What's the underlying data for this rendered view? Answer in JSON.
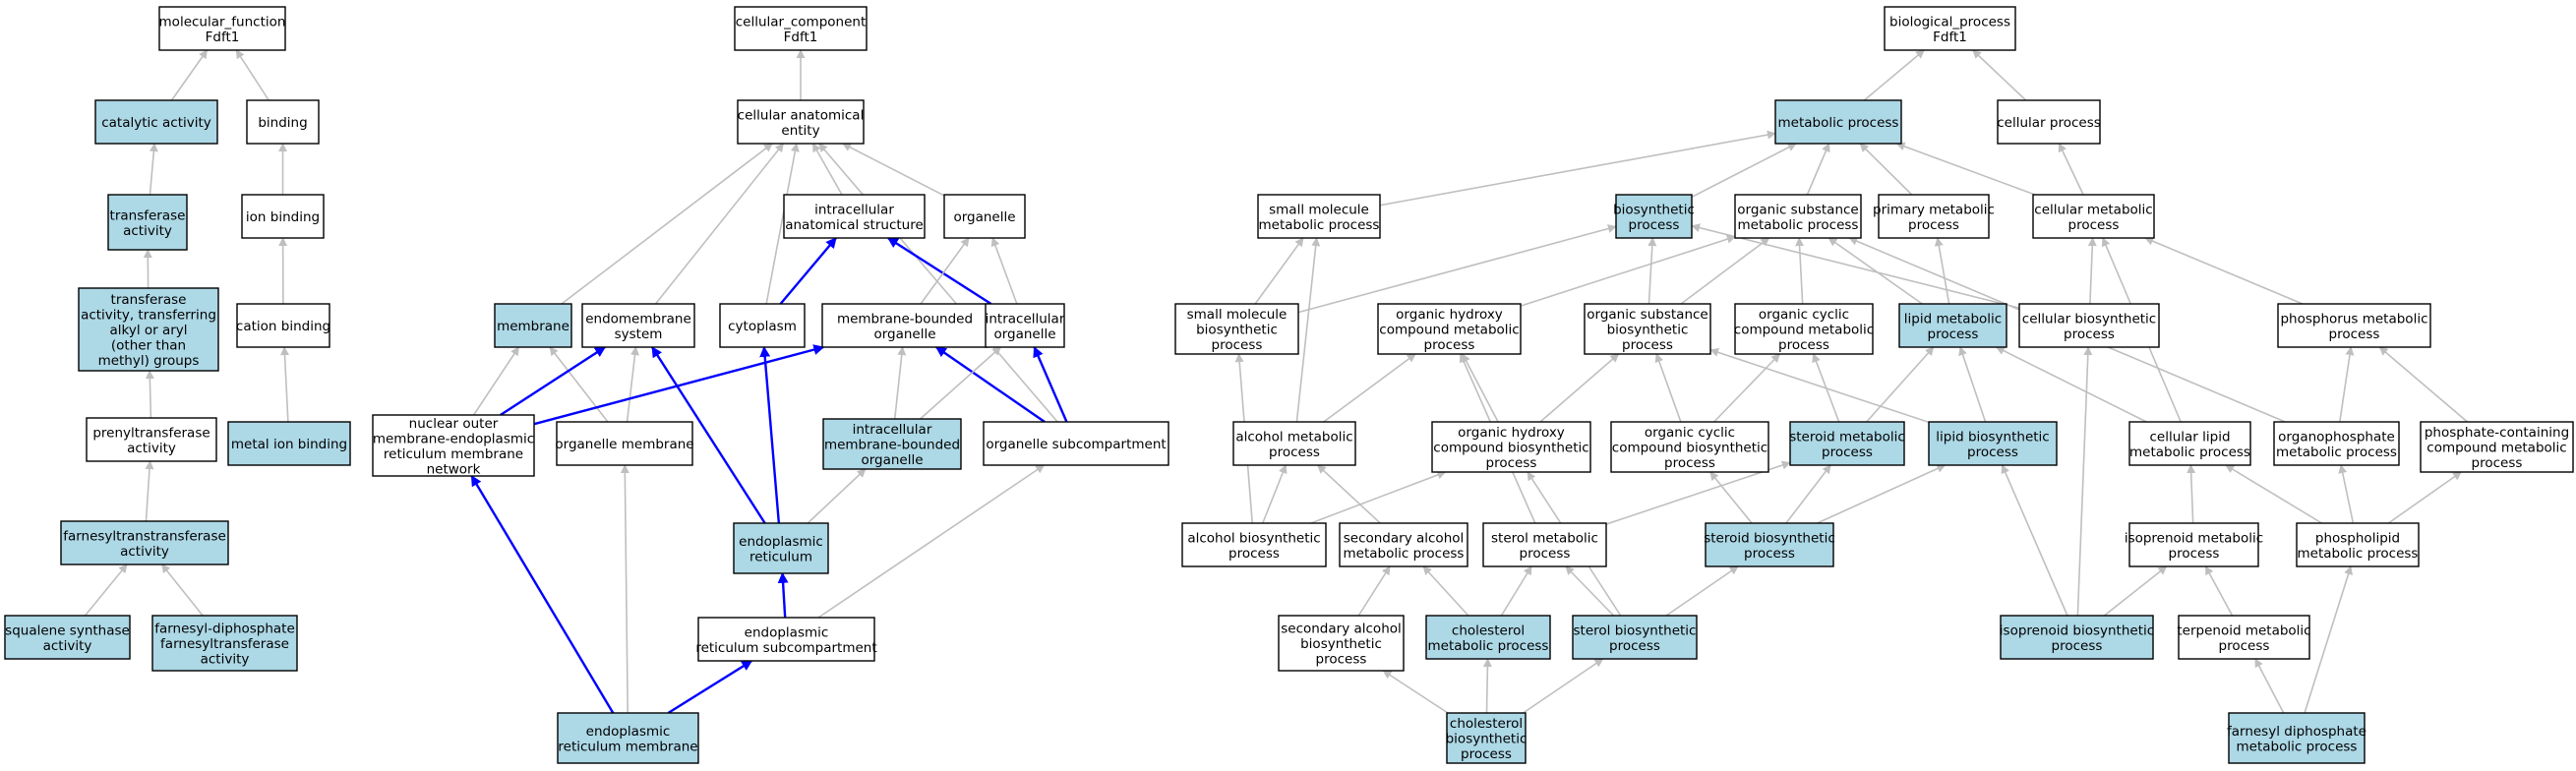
{
  "colors": {
    "highlight": "#add8e6",
    "plain": "#ffffff",
    "edge_gray": "#bfbfbf",
    "edge_blue": "#0000ff"
  },
  "nodes": [
    {
      "id": "mf",
      "label": [
        "molecular_function",
        "Fdft1"
      ],
      "hl": false
    },
    {
      "id": "cat",
      "label": [
        "catalytic activity"
      ],
      "hl": true
    },
    {
      "id": "bind",
      "label": [
        "binding"
      ],
      "hl": false
    },
    {
      "id": "trans",
      "label": [
        "transferase",
        "activity"
      ],
      "hl": true
    },
    {
      "id": "ionb",
      "label": [
        "ion binding"
      ],
      "hl": false
    },
    {
      "id": "tralk",
      "label": [
        "transferase",
        "activity, transferring",
        "alkyl or aryl",
        "(other than",
        "methyl) groups"
      ],
      "hl": true
    },
    {
      "id": "catb",
      "label": [
        "cation binding"
      ],
      "hl": false
    },
    {
      "id": "metion",
      "label": [
        "metal ion binding"
      ],
      "hl": true
    },
    {
      "id": "prenyl",
      "label": [
        "prenyltransferase",
        "activity"
      ],
      "hl": false
    },
    {
      "id": "farn",
      "label": [
        "farnesyltranstransferase",
        "activity"
      ],
      "hl": true
    },
    {
      "id": "sqs",
      "label": [
        "squalene synthase",
        "activity"
      ],
      "hl": true
    },
    {
      "id": "fdpft",
      "label": [
        "farnesyl-diphosphate",
        "farnesyltransferase",
        "activity"
      ],
      "hl": true
    },
    {
      "id": "cc",
      "label": [
        "cellular_component",
        "Fdft1"
      ],
      "hl": false
    },
    {
      "id": "cae",
      "label": [
        "cellular anatomical",
        "entity"
      ],
      "hl": false
    },
    {
      "id": "ias",
      "label": [
        "intracellular",
        "anatomical structure"
      ],
      "hl": false
    },
    {
      "id": "org",
      "label": [
        "organelle"
      ],
      "hl": false
    },
    {
      "id": "mem",
      "label": [
        "membrane"
      ],
      "hl": true
    },
    {
      "id": "endo",
      "label": [
        "endomembrane",
        "system"
      ],
      "hl": false
    },
    {
      "id": "cyto",
      "label": [
        "cytoplasm"
      ],
      "hl": false
    },
    {
      "id": "mbo",
      "label": [
        "membrane-bounded",
        "organelle"
      ],
      "hl": false
    },
    {
      "id": "io",
      "label": [
        "intracellular",
        "organelle"
      ],
      "hl": false
    },
    {
      "id": "nom",
      "label": [
        "nuclear outer",
        "membrane-endoplasmic",
        "reticulum membrane",
        "network"
      ],
      "hl": false
    },
    {
      "id": "om",
      "label": [
        "organelle membrane"
      ],
      "hl": false
    },
    {
      "id": "imbo",
      "label": [
        "intracellular",
        "membrane-bounded",
        "organelle"
      ],
      "hl": true
    },
    {
      "id": "osub",
      "label": [
        "organelle subcompartment"
      ],
      "hl": false
    },
    {
      "id": "er",
      "label": [
        "endoplasmic",
        "reticulum"
      ],
      "hl": true
    },
    {
      "id": "ersub",
      "label": [
        "endoplasmic",
        "reticulum subcompartment"
      ],
      "hl": false
    },
    {
      "id": "erm",
      "label": [
        "endoplasmic",
        "reticulum membrane"
      ],
      "hl": true
    },
    {
      "id": "bp",
      "label": [
        "biological_process",
        "Fdft1"
      ],
      "hl": false
    },
    {
      "id": "metab",
      "label": [
        "metabolic process"
      ],
      "hl": true
    },
    {
      "id": "cellp",
      "label": [
        "cellular process"
      ],
      "hl": false
    },
    {
      "id": "smp",
      "label": [
        "small molecule",
        "metabolic process"
      ],
      "hl": false
    },
    {
      "id": "bios",
      "label": [
        "biosynthetic",
        "process"
      ],
      "hl": true
    },
    {
      "id": "osmp",
      "label": [
        "organic substance",
        "metabolic process"
      ],
      "hl": false
    },
    {
      "id": "pmp",
      "label": [
        "primary metabolic",
        "process"
      ],
      "hl": false
    },
    {
      "id": "cmp",
      "label": [
        "cellular metabolic",
        "process"
      ],
      "hl": false
    },
    {
      "id": "smbp",
      "label": [
        "small molecule",
        "biosynthetic",
        "process"
      ],
      "hl": false
    },
    {
      "id": "ohcmp",
      "label": [
        "organic hydroxy",
        "compound metabolic",
        "process"
      ],
      "hl": false
    },
    {
      "id": "osbp",
      "label": [
        "organic substance",
        "biosynthetic",
        "process"
      ],
      "hl": false
    },
    {
      "id": "occmp",
      "label": [
        "organic cyclic",
        "compound metabolic",
        "process"
      ],
      "hl": false
    },
    {
      "id": "lmp",
      "label": [
        "lipid metabolic",
        "process"
      ],
      "hl": true
    },
    {
      "id": "cbp",
      "label": [
        "cellular biosynthetic",
        "process"
      ],
      "hl": false
    },
    {
      "id": "phmp",
      "label": [
        "phosphorus metabolic",
        "process"
      ],
      "hl": false
    },
    {
      "id": "amp",
      "label": [
        "alcohol metabolic",
        "process"
      ],
      "hl": false
    },
    {
      "id": "ohcbp",
      "label": [
        "organic hydroxy",
        "compound biosynthetic",
        "process"
      ],
      "hl": false
    },
    {
      "id": "occbp",
      "label": [
        "organic cyclic",
        "compound biosynthetic",
        "process"
      ],
      "hl": false
    },
    {
      "id": "stmp",
      "label": [
        "steroid metabolic",
        "process"
      ],
      "hl": true
    },
    {
      "id": "lbp",
      "label": [
        "lipid biosynthetic",
        "process"
      ],
      "hl": true
    },
    {
      "id": "clmp",
      "label": [
        "cellular lipid",
        "metabolic process"
      ],
      "hl": false
    },
    {
      "id": "opmp",
      "label": [
        "organophosphate",
        "metabolic process"
      ],
      "hl": false
    },
    {
      "id": "pcmp",
      "label": [
        "phosphate-containing",
        "compound metabolic",
        "process"
      ],
      "hl": false
    },
    {
      "id": "abp",
      "label": [
        "alcohol biosynthetic",
        "process"
      ],
      "hl": false
    },
    {
      "id": "samp",
      "label": [
        "secondary alcohol",
        "metabolic process"
      ],
      "hl": false
    },
    {
      "id": "sterm",
      "label": [
        "sterol metabolic",
        "process"
      ],
      "hl": false
    },
    {
      "id": "stbp",
      "label": [
        "steroid biosynthetic",
        "process"
      ],
      "hl": true
    },
    {
      "id": "ipmp",
      "label": [
        "isoprenoid metabolic",
        "process"
      ],
      "hl": false
    },
    {
      "id": "plmp",
      "label": [
        "phospholipid",
        "metabolic process"
      ],
      "hl": false
    },
    {
      "id": "sabp",
      "label": [
        "secondary alcohol",
        "biosynthetic",
        "process"
      ],
      "hl": false
    },
    {
      "id": "chmp",
      "label": [
        "cholesterol",
        "metabolic process"
      ],
      "hl": true
    },
    {
      "id": "sterb",
      "label": [
        "sterol biosynthetic",
        "process"
      ],
      "hl": true
    },
    {
      "id": "ipbp",
      "label": [
        "isoprenoid biosynthetic",
        "process"
      ],
      "hl": true
    },
    {
      "id": "tmp",
      "label": [
        "terpenoid metabolic",
        "process"
      ],
      "hl": false
    },
    {
      "id": "chbp",
      "label": [
        "cholesterol",
        "biosynthetic",
        "process"
      ],
      "hl": true
    },
    {
      "id": "fdpmp",
      "label": [
        "farnesyl diphosphate",
        "metabolic process"
      ],
      "hl": true
    }
  ],
  "edges": [
    [
      "cat",
      "mf",
      0
    ],
    [
      "bind",
      "mf",
      0
    ],
    [
      "trans",
      "cat",
      0
    ],
    [
      "ionb",
      "bind",
      0
    ],
    [
      "tralk",
      "trans",
      0
    ],
    [
      "catb",
      "ionb",
      0
    ],
    [
      "metion",
      "catb",
      0
    ],
    [
      "prenyl",
      "tralk",
      0
    ],
    [
      "farn",
      "prenyl",
      0
    ],
    [
      "sqs",
      "farn",
      0
    ],
    [
      "fdpft",
      "farn",
      0
    ],
    [
      "cae",
      "cc",
      0
    ],
    [
      "ias",
      "cae",
      0
    ],
    [
      "org",
      "cae",
      0
    ],
    [
      "mem",
      "cae",
      0
    ],
    [
      "endo",
      "cae",
      0
    ],
    [
      "cyto",
      "cae",
      0
    ],
    [
      "osub",
      "cae",
      0
    ],
    [
      "cyto",
      "ias",
      1
    ],
    [
      "io",
      "ias",
      1
    ],
    [
      "mbo",
      "org",
      0
    ],
    [
      "io",
      "org",
      0
    ],
    [
      "nom",
      "mem",
      0
    ],
    [
      "om",
      "mem",
      0
    ],
    [
      "nom",
      "endo",
      1
    ],
    [
      "om",
      "endo",
      0
    ],
    [
      "er",
      "endo",
      1
    ],
    [
      "er",
      "cyto",
      1
    ],
    [
      "nom",
      "mbo",
      1
    ],
    [
      "osub",
      "mbo",
      1
    ],
    [
      "imbo",
      "mbo",
      0
    ],
    [
      "imbo",
      "io",
      0
    ],
    [
      "osub",
      "io",
      1
    ],
    [
      "er",
      "imbo",
      0
    ],
    [
      "erm",
      "om",
      0
    ],
    [
      "ersub",
      "osub",
      0
    ],
    [
      "ersub",
      "er",
      1
    ],
    [
      "erm",
      "ersub",
      1
    ],
    [
      "erm",
      "nom",
      1
    ],
    [
      "metab",
      "bp",
      0
    ],
    [
      "cellp",
      "bp",
      0
    ],
    [
      "smp",
      "metab",
      0
    ],
    [
      "bios",
      "metab",
      0
    ],
    [
      "osmp",
      "metab",
      0
    ],
    [
      "pmp",
      "metab",
      0
    ],
    [
      "cmp",
      "metab",
      0
    ],
    [
      "cmp",
      "cellp",
      0
    ],
    [
      "smbp",
      "smp",
      0
    ],
    [
      "amp",
      "smp",
      0
    ],
    [
      "smbp",
      "bios",
      0
    ],
    [
      "osbp",
      "bios",
      0
    ],
    [
      "cbp",
      "bios",
      0
    ],
    [
      "ohcmp",
      "osmp",
      0
    ],
    [
      "osbp",
      "osmp",
      0
    ],
    [
      "occmp",
      "osmp",
      0
    ],
    [
      "lmp",
      "osmp",
      0
    ],
    [
      "opmp",
      "osmp",
      0
    ],
    [
      "lmp",
      "pmp",
      0
    ],
    [
      "cbp",
      "cmp",
      0
    ],
    [
      "phmp",
      "cmp",
      0
    ],
    [
      "clmp",
      "cmp",
      0
    ],
    [
      "amp",
      "ohcmp",
      0
    ],
    [
      "ohcbp",
      "ohcmp",
      0
    ],
    [
      "sterm",
      "ohcmp",
      0
    ],
    [
      "occbp",
      "osbp",
      0
    ],
    [
      "ohcbp",
      "osbp",
      0
    ],
    [
      "lbp",
      "osbp",
      0
    ],
    [
      "occbp",
      "occmp",
      0
    ],
    [
      "stmp",
      "occmp",
      0
    ],
    [
      "stmp",
      "lmp",
      0
    ],
    [
      "lbp",
      "lmp",
      0
    ],
    [
      "clmp",
      "lmp",
      0
    ],
    [
      "ipbp",
      "cbp",
      0
    ],
    [
      "opmp",
      "phmp",
      0
    ],
    [
      "pcmp",
      "phmp",
      0
    ],
    [
      "abp",
      "amp",
      0
    ],
    [
      "samp",
      "amp",
      0
    ],
    [
      "abp",
      "ohcbp",
      0
    ],
    [
      "sterb",
      "ohcbp",
      0
    ],
    [
      "stbp",
      "occbp",
      0
    ],
    [
      "sterm",
      "stmp",
      0
    ],
    [
      "stbp",
      "stmp",
      0
    ],
    [
      "stbp",
      "lbp",
      0
    ],
    [
      "ipbp",
      "lbp",
      0
    ],
    [
      "ipmp",
      "clmp",
      0
    ],
    [
      "plmp",
      "clmp",
      0
    ],
    [
      "plmp",
      "opmp",
      0
    ],
    [
      "plmp",
      "pcmp",
      0
    ],
    [
      "abp",
      "smbp",
      0
    ],
    [
      "sabp",
      "samp",
      0
    ],
    [
      "chmp",
      "samp",
      0
    ],
    [
      "chmp",
      "sterm",
      0
    ],
    [
      "sterb",
      "sterm",
      0
    ],
    [
      "sterb",
      "stbp",
      0
    ],
    [
      "ipbp",
      "ipmp",
      0
    ],
    [
      "tmp",
      "ipmp",
      0
    ],
    [
      "fdpmp",
      "plmp",
      0
    ],
    [
      "chbp",
      "sabp",
      0
    ],
    [
      "chbp",
      "chmp",
      0
    ],
    [
      "chbp",
      "sterb",
      0
    ],
    [
      "fdpmp",
      "tmp",
      0
    ]
  ]
}
